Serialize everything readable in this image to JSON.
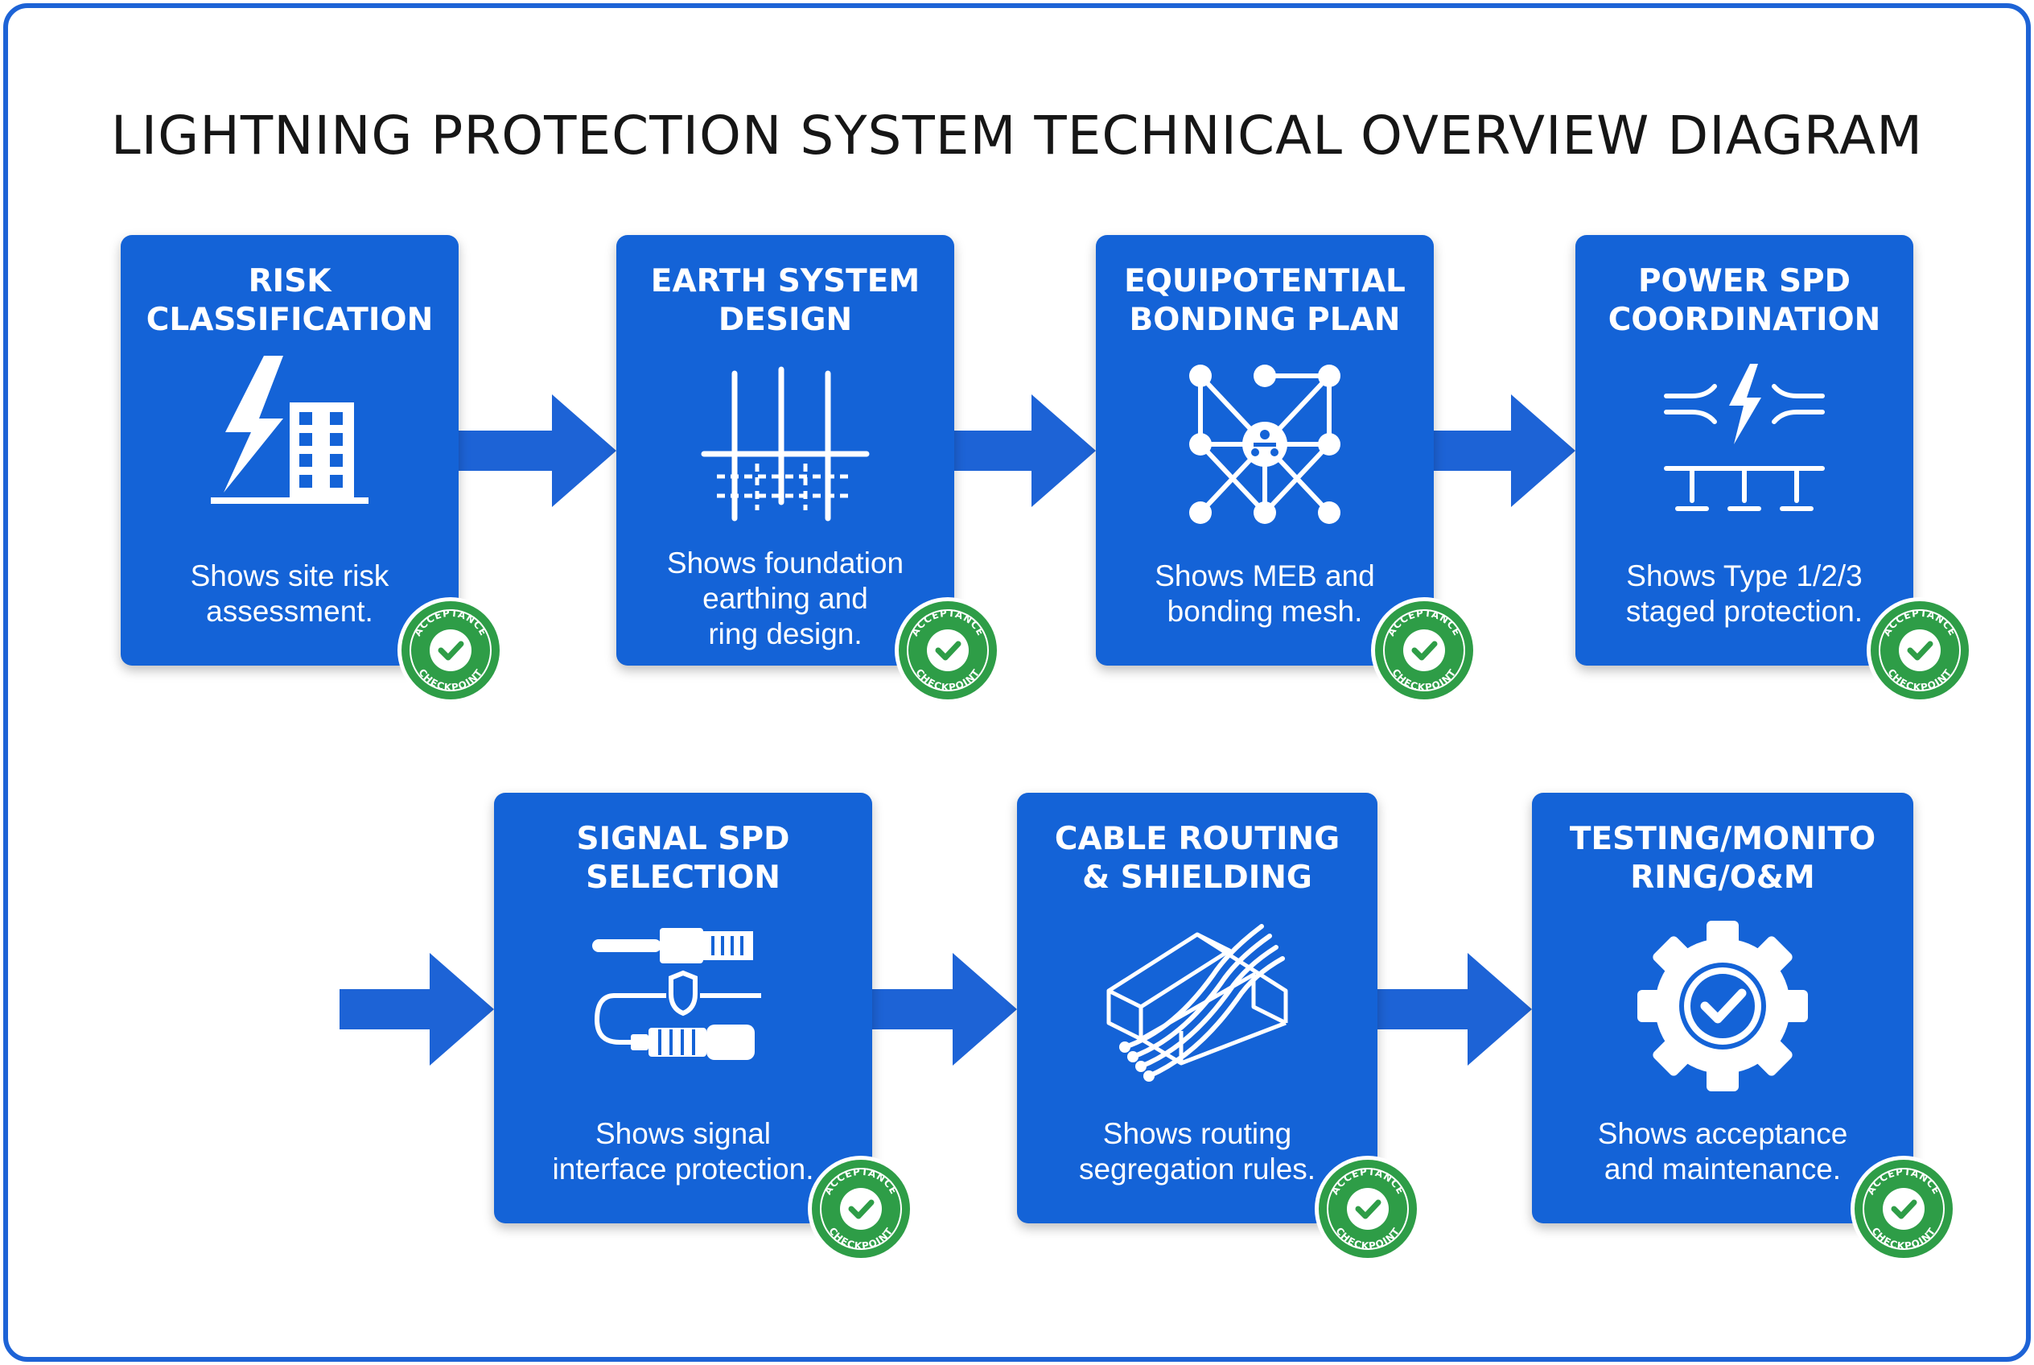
{
  "title": "LIGHTNING PROTECTION SYSTEM TECHNICAL OVERVIEW DIAGRAM",
  "colors": {
    "card": "#1463d7",
    "arrow": "#1d63d6",
    "badge": "#2e9d47",
    "frame": "#1d63d6"
  },
  "badge": {
    "top_text": "ACCEPTANCE",
    "bottom_text": "CHECKPOINT",
    "icon": "checkmark-icon"
  },
  "steps": [
    {
      "title_line1": "RISK",
      "title_line2": "CLASSIFICATION",
      "icon": "lightning-building-icon",
      "desc_line1": "Shows site risk",
      "desc_line2": "assessment.",
      "desc_line3": ""
    },
    {
      "title_line1": "EARTH SYSTEM",
      "title_line2": "DESIGN",
      "icon": "earth-electrode-icon",
      "desc_line1": "Shows foundation",
      "desc_line2": "earthing and",
      "desc_line3": "ring design."
    },
    {
      "title_line1": "EQUIPOTENTIAL",
      "title_line2": "BONDING PLAN",
      "icon": "bonding-mesh-icon",
      "desc_line1": "Shows MEB and",
      "desc_line2": "bonding mesh.",
      "desc_line3": ""
    },
    {
      "title_line1": "POWER SPD",
      "title_line2": "COORDINATION",
      "icon": "surge-protection-icon",
      "desc_line1": "Shows Type 1/2/3",
      "desc_line2": "staged protection.",
      "desc_line3": ""
    },
    {
      "title_line1": "SIGNAL SPD",
      "title_line2": "SELECTION",
      "icon": "signal-connector-icon",
      "desc_line1": "Shows signal",
      "desc_line2": "interface protection.",
      "desc_line3": ""
    },
    {
      "title_line1": "CABLE ROUTING",
      "title_line2": "& SHIELDING",
      "icon": "cable-tray-icon",
      "desc_line1": "Shows routing",
      "desc_line2": "segregation rules.",
      "desc_line3": ""
    },
    {
      "title_line1": "TESTING/MONITO",
      "title_line2": "RING/O&M",
      "icon": "gear-check-icon",
      "desc_line1": "Shows acceptance",
      "desc_line2": "and maintenance.",
      "desc_line3": ""
    }
  ]
}
